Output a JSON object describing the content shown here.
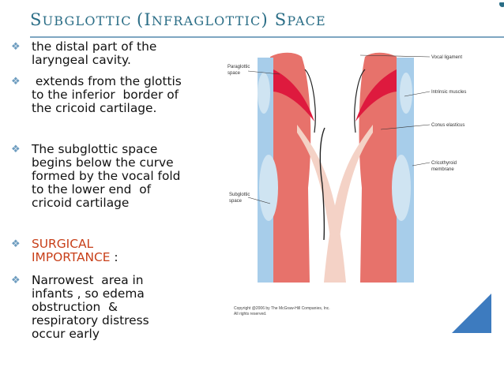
{
  "slide": {
    "title": "Subglottic (Infraglottic) Space",
    "title_parts": [
      {
        "cap": "S",
        "rest": "UBGLOTTIC "
      },
      {
        "cap": "(I",
        "rest": "NFRAGLOTTIC"
      },
      {
        "cap": ") S",
        "rest": "PACE"
      }
    ],
    "bullets": [
      {
        "text": "the distal part of the\nlaryngeal cavity."
      },
      {
        "text": " extends from the glottis\nto the inferior  border of\nthe cricoid cartilage."
      },
      {
        "text": "The subglottic space\nbegins below the curve\nformed by the vocal fold\nto the lower end  of\ncricoid cartilage"
      },
      {
        "accent": "SURGICAL\nIMPORTANCE",
        "text": " :"
      },
      {
        "text": "Narrowest  area in\ninfants , so edema\nobstruction  &\nrespiratory distress\noccur early"
      }
    ]
  },
  "figure": {
    "labels": {
      "paraglottic": "Paraglottic\nspace",
      "subglottic": "Subglottic\nspace",
      "vocal_ligament": "Vocal ligament",
      "intrinsic": "Intrinsic muscles",
      "conus": "Conus elasticus",
      "cricothyroid": "Cricothyroid\nmembrane"
    },
    "copyright": "Copyright @2006 by The McGraw-Hill Companies, Inc.\nAll rights reserved."
  },
  "colors": {
    "title": "#2a6d86",
    "accent": "#c8401a",
    "bullet": "#6d9cbf",
    "corner": "#3d7bbf"
  }
}
